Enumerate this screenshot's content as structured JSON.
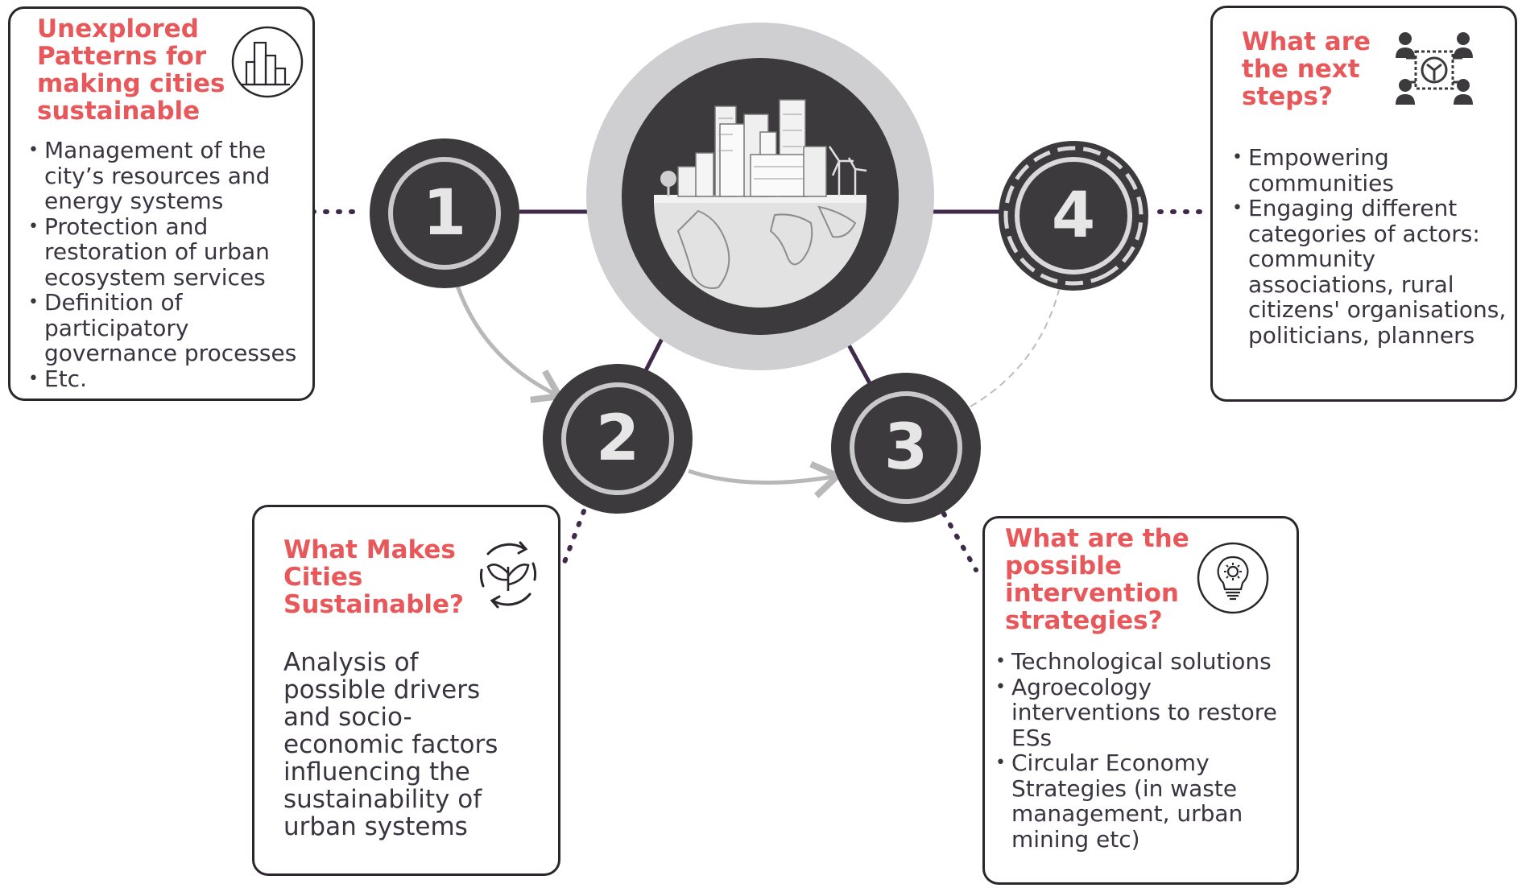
{
  "boxes": {
    "patterns": {
      "title": "Unexplored Patterns for making cities sustainable",
      "items": [
        "Management of the city’s resources and energy systems",
        "Protection and restoration of urban ecosystem services",
        "Definition of participatory governance processes",
        "Etc."
      ]
    },
    "what_makes": {
      "title": "What Makes Cities Sustainable?",
      "body": "Analysis of possible drivers and socio-economic factors influencing the sustainability of urban systems"
    },
    "strategies": {
      "title": "What are the possible intervention strategies?",
      "items": [
        "Technological solutions",
        "Agroecology interventions to restore ESs",
        "Circular Economy Strategies (in waste management, urban mining etc)"
      ]
    },
    "next_steps": {
      "title": "What are the next steps?",
      "items": [
        "Empowering communities",
        "Engaging different categories of actors: community associations, rural citizens' organisations, politicians, planners"
      ]
    }
  },
  "steps": [
    "1",
    "2",
    "3",
    "4"
  ],
  "icons": {
    "patterns": "city-buildings-icon",
    "what_makes": "recycle-leaf-icon",
    "strategies": "lightbulb-gear-icon",
    "next_steps": "team-collaboration-icon",
    "hub": "city-on-globe-icon"
  },
  "colors": {
    "title_accent": "#e8585a",
    "node_dark": "#3c3a3d",
    "ring_light": "#c9c9c9",
    "hub_outer": "#cfcfd1",
    "connector": "#3f2a4a",
    "arrow_gray": "#b8b8b8"
  }
}
